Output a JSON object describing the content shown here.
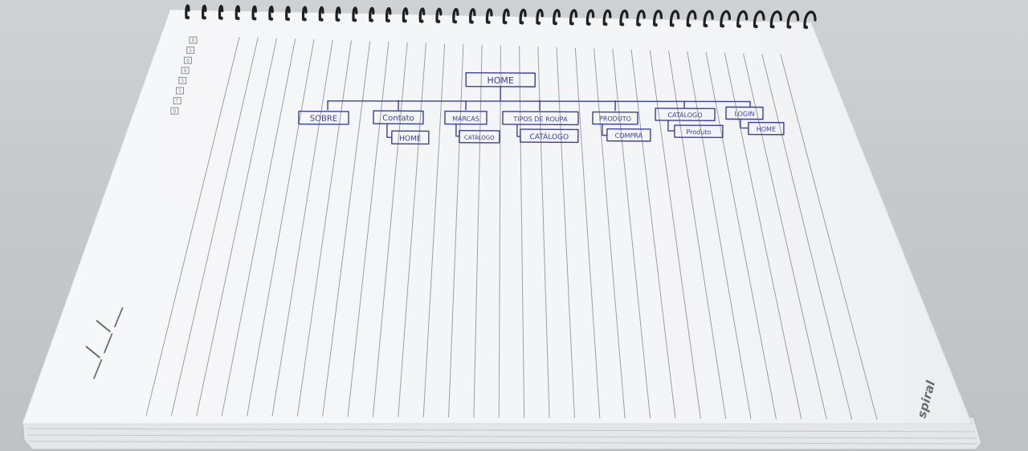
{
  "colors": {
    "ink": "#3b3f9e",
    "paper": "#f4f5f7",
    "ruling": "#7f8186",
    "spiral": "#1e1f22"
  },
  "notebook": {
    "brand": "spiral",
    "date_glyphs": [
      "D",
      "S",
      "Q",
      "Q",
      "S",
      "S",
      "T",
      "D"
    ],
    "date_field": "__/__/__"
  },
  "sitemap": {
    "root": "HOME",
    "sections": [
      {
        "label": "SOBRE",
        "child": ""
      },
      {
        "label": "Contato",
        "child": "HOME"
      },
      {
        "label": "MARCAS",
        "child": "CATÁLOGO"
      },
      {
        "label": "TIPOS DE ROUPA",
        "child": "CATÁLOGO"
      },
      {
        "label": "PRODUTO",
        "child": "COMPRA"
      },
      {
        "label": "CATÁLOGO",
        "child": "Produto"
      },
      {
        "label": "LOGIN",
        "child": "HOME"
      }
    ]
  }
}
